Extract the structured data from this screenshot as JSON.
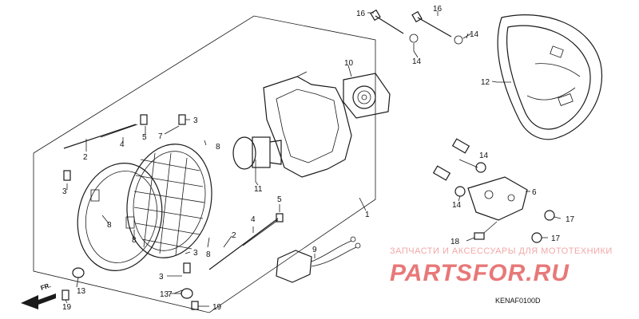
{
  "callouts": {
    "c1": "1",
    "c2a": "2",
    "c2b": "2",
    "c3a": "3",
    "c3b": "3",
    "c3c": "3",
    "c3d": "3",
    "c4a": "4",
    "c4b": "4",
    "c5a": "5",
    "c5b": "5",
    "c6": "6",
    "c7a": "7",
    "c7b": "7",
    "c8a": "8",
    "c8b": "8",
    "c8c": "8",
    "c8d": "8",
    "c9": "9",
    "c10": "10",
    "c11": "11",
    "c12": "12",
    "c13a": "13",
    "c13b": "13",
    "c14a": "14",
    "c14b": "14",
    "c14c": "14",
    "c14d": "14",
    "c16a": "16",
    "c16b": "16",
    "c17a": "17",
    "c17b": "17",
    "c18": "18",
    "c19a": "19",
    "c19b": "19"
  },
  "watermark": {
    "top_text": "ЗАПЧАСТИ И АКСЕССУАРЫ ДЛЯ МОТОТЕХНИКИ",
    "brand_text": "PARTSFOR.RU"
  },
  "direction_label": "FR.",
  "diagram_code": "KENAF0100D"
}
